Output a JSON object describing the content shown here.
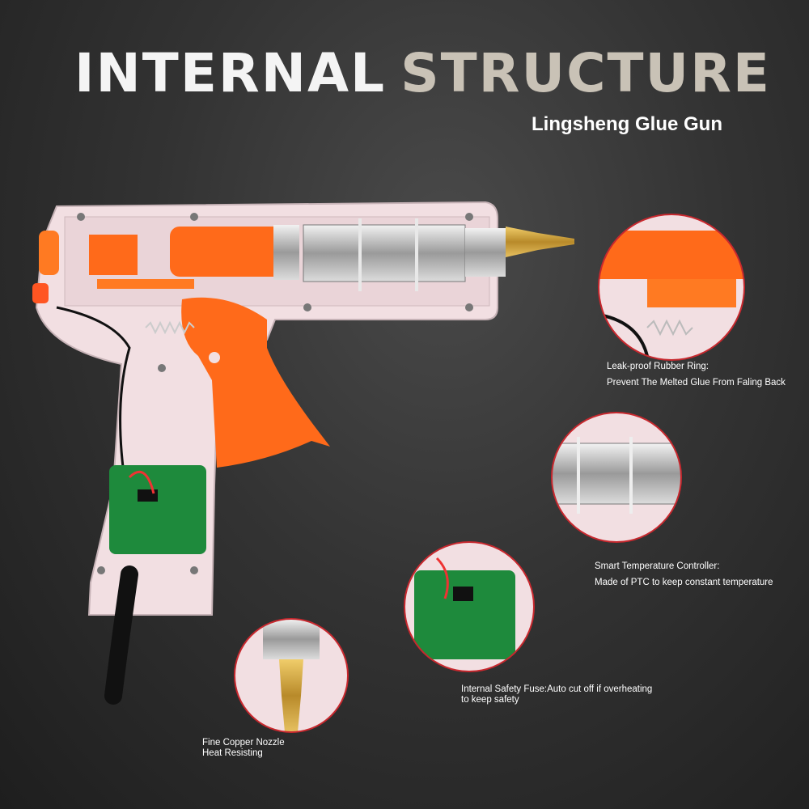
{
  "header": {
    "title_part1": "INTERNAL",
    "title_part2": "STRUCTURE",
    "subtitle": "Lingsheng Glue Gun"
  },
  "callouts": {
    "ring_title": "Leak-proof Rubber Ring:",
    "ring_desc": "Prevent The Melted Glue From Faling Back",
    "temp_title": "Smart Temperature Controller:",
    "temp_desc": "Made of PTC to keep constant temperature",
    "fuse_line1": "Internal Safety Fuse:Auto cut off if overheating",
    "fuse_line2": "to keep safety",
    "nozzle_line1": "Fine Copper Nozzle",
    "nozzle_line2": "Heat Resisting"
  },
  "colors": {
    "accent": "#ff6a1a",
    "shell": "#f2dfe2",
    "pcb": "#1e8a3c",
    "brass": "#d9b04a",
    "ring_border": "#c8282e"
  }
}
